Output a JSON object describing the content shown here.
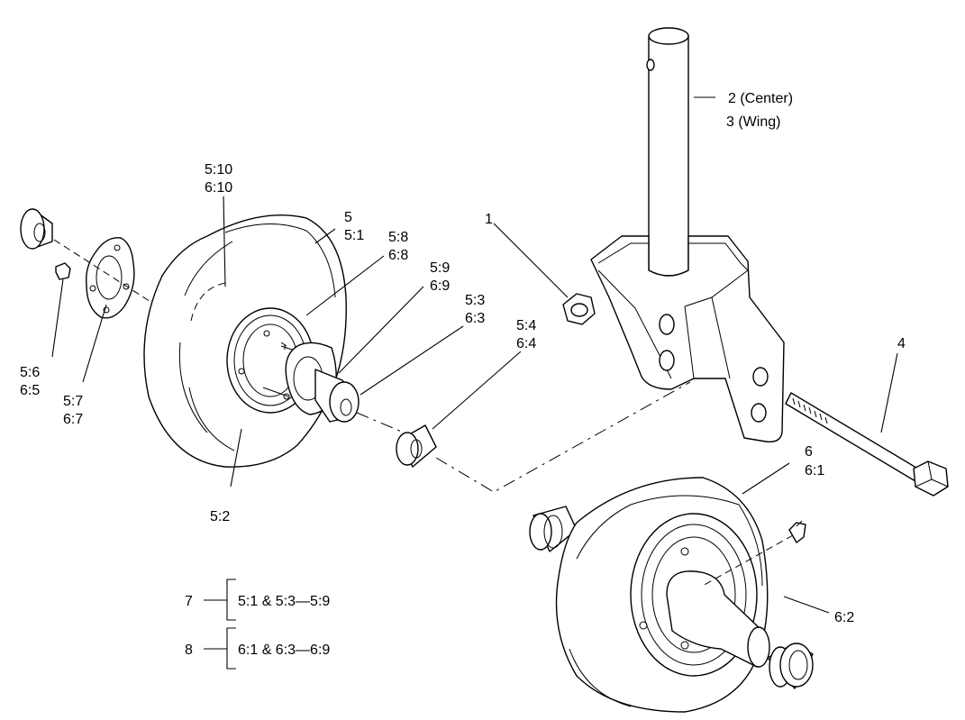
{
  "callouts": {
    "c1": "1",
    "c2": "2 (Center)",
    "c3": "3 (Wing)",
    "c4": "4",
    "c5a": "5",
    "c5b": "5:1",
    "c510a": "5:10",
    "c510b": "6:10",
    "c58a": "5:8",
    "c58b": "6:8",
    "c59a": "5:9",
    "c59b": "6:9",
    "c53a": "5:3",
    "c53b": "6:3",
    "c54a": "5:4",
    "c54b": "6:4",
    "c56a": "5:6",
    "c56b": "6:5",
    "c57a": "5:7",
    "c57b": "6:7",
    "c52": "5:2",
    "c6a": "6",
    "c6b": "6:1",
    "c62": "6:2"
  },
  "kits": [
    {
      "number": "7",
      "contents": "5:1 & 5:3—5:9"
    },
    {
      "number": "8",
      "contents": "6:1 & 6:3—6:9"
    }
  ]
}
